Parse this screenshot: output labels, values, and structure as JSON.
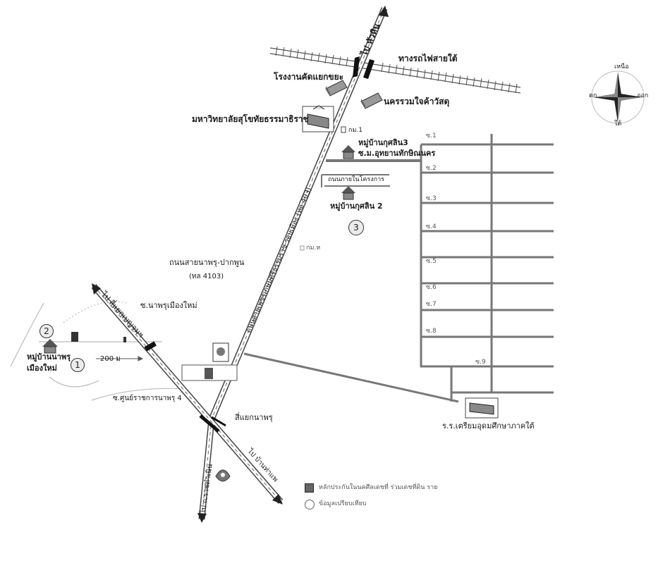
{
  "map": {
    "railway_label": "ทางรถไฟสายใต้",
    "to_hua_hin": "ไป หัวหิน",
    "factory_label": "โรงงานคัดแยกขยะ",
    "warehouse_label": "นครรวมใจค้าวัสดุ",
    "university_label": "มหาวิทยาลัยสุโขทัยธรรมาธิราช",
    "village3_label": "หมู่บ้านกุศลิน3",
    "soi_udom_label": "ซ.ม.อุทยานทักษิณนคร",
    "km1_label": "กม.1",
    "project_road_label": "ถนนภายในโครงการ",
    "village2_label": "หมู่บ้านกุศลิน 2",
    "main_road_label": "ถนนสายเพชรเกษมศรีธรรมราช รอบเมือง (ทล 403)",
    "km_x_label": "กม.ห",
    "road_4103_name": "ถนนสายนาพรุ-ปากพูน",
    "road_4103_code": "(ทล 4103)",
    "to_junction_label": "ไป สี่แยกเบญจมฯ",
    "soi_napru_label": "ซ.นาพรุเมืองใหม่",
    "distance_label": "200 ม",
    "village_napru_line1": "หมู่บ้านนาพรุ",
    "village_napru_line2": "เมืองใหม่",
    "soi_center_label": "ซ.ศูนย์ราชการนาพรุ 4",
    "junction_label": "สี่แยกนาพรุ",
    "school_label": "ร.ร.เตรียมอุดมศึกษาภาคใต้",
    "to_left_road": "ไป ถ.ราชดำเนิน",
    "to_right_road": "ไป บ้านท่าแพ",
    "soi_labels": [
      "ซ.1",
      "ซ.2",
      "ซ.3",
      "ซ.4",
      "ซ.5",
      "ซ.6",
      "ซ.7",
      "ซ.8",
      "ซ.9"
    ],
    "circle_numbers": [
      "1",
      "2",
      "3"
    ]
  },
  "legend": {
    "item1": "หลักประกันในนคศีลเดชที่ ร่วมเดชที่ดิน ราย",
    "item2": "ข้อมูลเปรียบเทียบ"
  },
  "compass": {
    "north": "เหนือ",
    "south": "ใต้",
    "east": "ตก",
    "west": "ออก"
  }
}
